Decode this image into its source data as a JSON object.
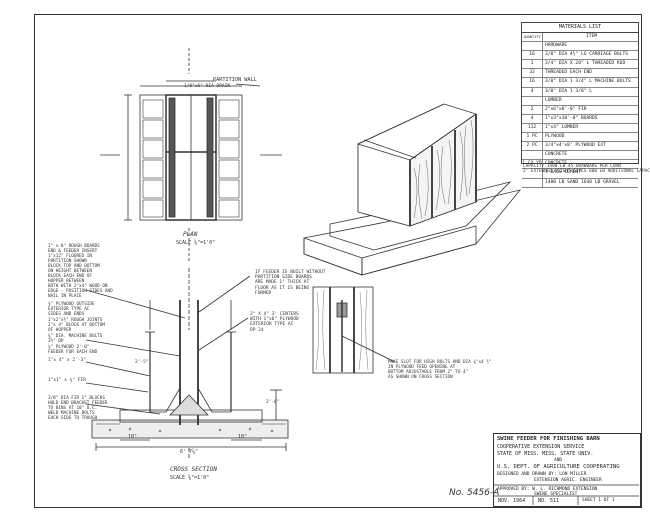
{
  "materials": {
    "title": "MATERIALS LIST",
    "col_quantity": "QUANTITY",
    "col_item": "ITEM",
    "rows": [
      {
        "q": "",
        "item": "HARDWARE"
      },
      {
        "q": "16",
        "item": "3/8\" DIA 4½\" LG CARRIAGE BOLTS"
      },
      {
        "q": "1",
        "item": "3/4\" DIA X 20\" L THREADED ROD"
      },
      {
        "q": "32",
        "item": "THREADED EACH END"
      },
      {
        "q": "16",
        "item": "3/8\" DIA 1 3/4\" L MACHINE BOLTS"
      },
      {
        "q": "4",
        "item": "3/8\" DIA 1 3/8\" L"
      },
      {
        "q": "",
        "item": "LUMBER"
      },
      {
        "q": "2",
        "item": "2\"x6\"x8'-0\" FIR"
      },
      {
        "q": "4",
        "item": "1\"x3\"x10'-0\" BOARDS"
      },
      {
        "q": "112",
        "item": "1\"x4\" LUMBER"
      },
      {
        "q": "1 PC",
        "item": "PLYWOOD"
      },
      {
        "q": "2 PC",
        "item": "3/4\"x4'x8' PLYWOOD EXT"
      },
      {
        "q": "",
        "item": "CONCRETE"
      },
      {
        "q": "1 CU YD",
        "item": "CONCRETE"
      },
      {
        "q": "",
        "item": "7 BAGS CEMENT"
      },
      {
        "q": "",
        "item": "1480 LB SAND 1640 LB GRAVEL"
      }
    ],
    "notes": "CAPACITY 1400 LB 45 DRAWBARS PER CORN\n2' EXTENDED HEIGHT GIVES 600 LB ADDITIONAL CAPACITY"
  },
  "plan": {
    "label": "PLAN",
    "scale": "SCALE ⅜\"=1'0\"",
    "partition_label": "PARTITION WALL",
    "reinforcement": "1/8\"x6\" DIA DRAIN"
  },
  "section": {
    "label": "CROSS SECTION",
    "scale": "SCALE ⅜\"=1'0\"",
    "dim_width": "6' 7⅞\"",
    "dim_left": "10\"",
    "dim_right": "10\"",
    "dim_inner": "2'-5\"",
    "dim_right_outer": "2'-6\""
  },
  "notes": {
    "left": "1\" x 8\" ROUGH BOARDS\nEND & FEEDER INSERT\n1\"x12\" FLOORED IN\nPARTITION SHOWN\nBLOCK TOP AND BOTTOM\nON HEIGHT BETWEEN\nBLOCK EACH END OF\nHOPPER BETWEEN\nBOTH WITH 2\"x4\" WOOD ON\nEDGE - POSITION SIDES AND\nNAIL IN PLACE",
    "left2": "¾\" PLYWOOD OUTSIDE\nEXTERIOR TYPE AC\nSIDES AND ENDS",
    "left3": "1\"x2\"x½\" ROUGH JOINTS\n2\"x 4\" BLOCK AT BOTTOM\nOF HOPPER",
    "left4": "⅜\" DIA. MACHINE BOLTS\n3½\" DP",
    "left5": "¾\" PLYWOOD 2'-0\"\nFEEDER FOR EACH END",
    "left6": "1\"x 4\" x 2'-3\"",
    "left7": "1\"x1\" x ¾\" FIR",
    "left8": "3/8\" DIA FIR 1\" BLOCKS\nHOLD END BRACKET FEEDER\nTO BINS AT 10\" O.C.\nWELD MACHINE BOLTS\nEACH SIDE TO TROUGH",
    "middle": "IF FEEDER IS BUILT WITHOUT\nPARTITION SIDE BOARDS\nARE MADE 1\" THICK AT\nFLOOR AS IT IS BEING\nFORMED",
    "middle2": "2\" X 4\" 3' CENTERS\nWITH 1\"x6\" PLYWOOD\nEXTERIOR TYPE AC\nDP 24",
    "right": "MAKE SLOT FOR HIGH BOLTS AND DIA ⅜\"x4 ½\"\nIN PLYWOOD FEED OPENING AT\nBOTTOM ADJUSTABLE FROM 2\" TO 4\"\nAS SHOWN ON CROSS SECTION"
  },
  "title_block": {
    "title": "SWINE FEEDER FOR FINISHING BARN",
    "line2": "COOPERATIVE EXTENSION SERVICE",
    "line3": "STATE OF MISS.  MISS. STATE UNIV.",
    "line4": "AND",
    "line5": "U.S. DEPT. OF AGRICULTURE COOPERATING",
    "designed": "DESIGNED AND DRAWN BY: LON MILLER",
    "designed_role": "EXTENSION AGRIC. ENGINEER",
    "approved": "APPROVED BY: W. L. RICHMOND  EXTENSION",
    "approved_role": "SWINE SPECIALIST",
    "date": "NOV. 1964",
    "number": "NO. 511",
    "sheet": "SHEET 1 OF 1"
  },
  "drawing_number": "No. 5456-A"
}
